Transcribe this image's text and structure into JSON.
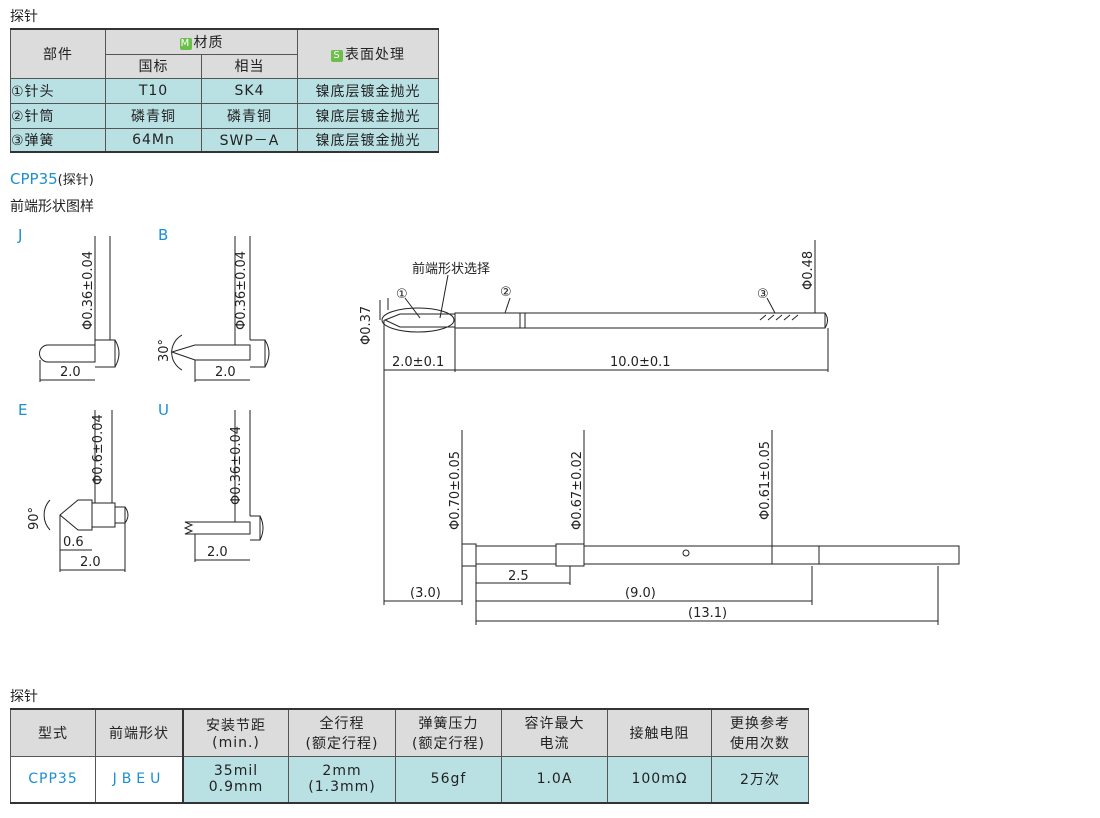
{
  "material_section": {
    "title": "探针",
    "headers": {
      "part": "部件",
      "material": "材质",
      "material_badge": "M",
      "gb": "国标",
      "equiv": "相当",
      "surface": "表面处理",
      "surface_badge": "S"
    },
    "rows": [
      {
        "part": "①针头",
        "gb": "T10",
        "equiv": "SK4",
        "surface": "镍底层镀金抛光"
      },
      {
        "part": "②针筒",
        "gb": "磷青铜",
        "equiv": "磷青铜",
        "surface": "镍底层镀金抛光"
      },
      {
        "part": "③弹簧",
        "gb": "64Mn",
        "equiv": "SWP－A",
        "surface": "镍底层镀金抛光"
      }
    ]
  },
  "model": {
    "name": "CPP35",
    "suffix": "(探针)"
  },
  "tip_title": "前端形状图样",
  "tips": {
    "J": {
      "label": "J",
      "dia": "Φ0.36±0.04",
      "len": "2.0"
    },
    "B": {
      "label": "B",
      "dia": "Φ0.36±0.04",
      "len": "2.0",
      "angle": "30°"
    },
    "E": {
      "label": "E",
      "dia": "Φ0.6±0.04",
      "len": "2.0",
      "len2": "0.6",
      "angle": "90°"
    },
    "U": {
      "label": "U",
      "dia": "Φ0.36±0.04",
      "len": "2.0"
    }
  },
  "main_drawing": {
    "tip_select": "前端形状选择",
    "c1": "①",
    "c2": "②",
    "c3": "③",
    "d037": "Φ0.37",
    "d048": "Φ0.48",
    "l1": "2.0±0.1",
    "l2": "10.0±0.1"
  },
  "lower_drawing": {
    "d070": "Φ0.70±0.05",
    "d067": "Φ0.67±0.02",
    "d061": "Φ0.61±0.05",
    "l30": "(3.0)",
    "l25": "2.5",
    "l90": "(9.0)",
    "l131": "(13.1)"
  },
  "spec_section": {
    "title": "探针",
    "headers": [
      "型式",
      "前端形状",
      "安装节距\n(min.)",
      "全行程\n(额定行程)",
      "弹簧压力\n(额定行程)",
      "容许最大\n电流",
      "接触电阻",
      "更换参考\n使用次数"
    ],
    "row": [
      "CPP35",
      "JBEU",
      "35mil\n0.9mm",
      "2mm\n(1.3mm)",
      "56gf",
      "1.0A",
      "100mΩ",
      "2万次"
    ]
  }
}
